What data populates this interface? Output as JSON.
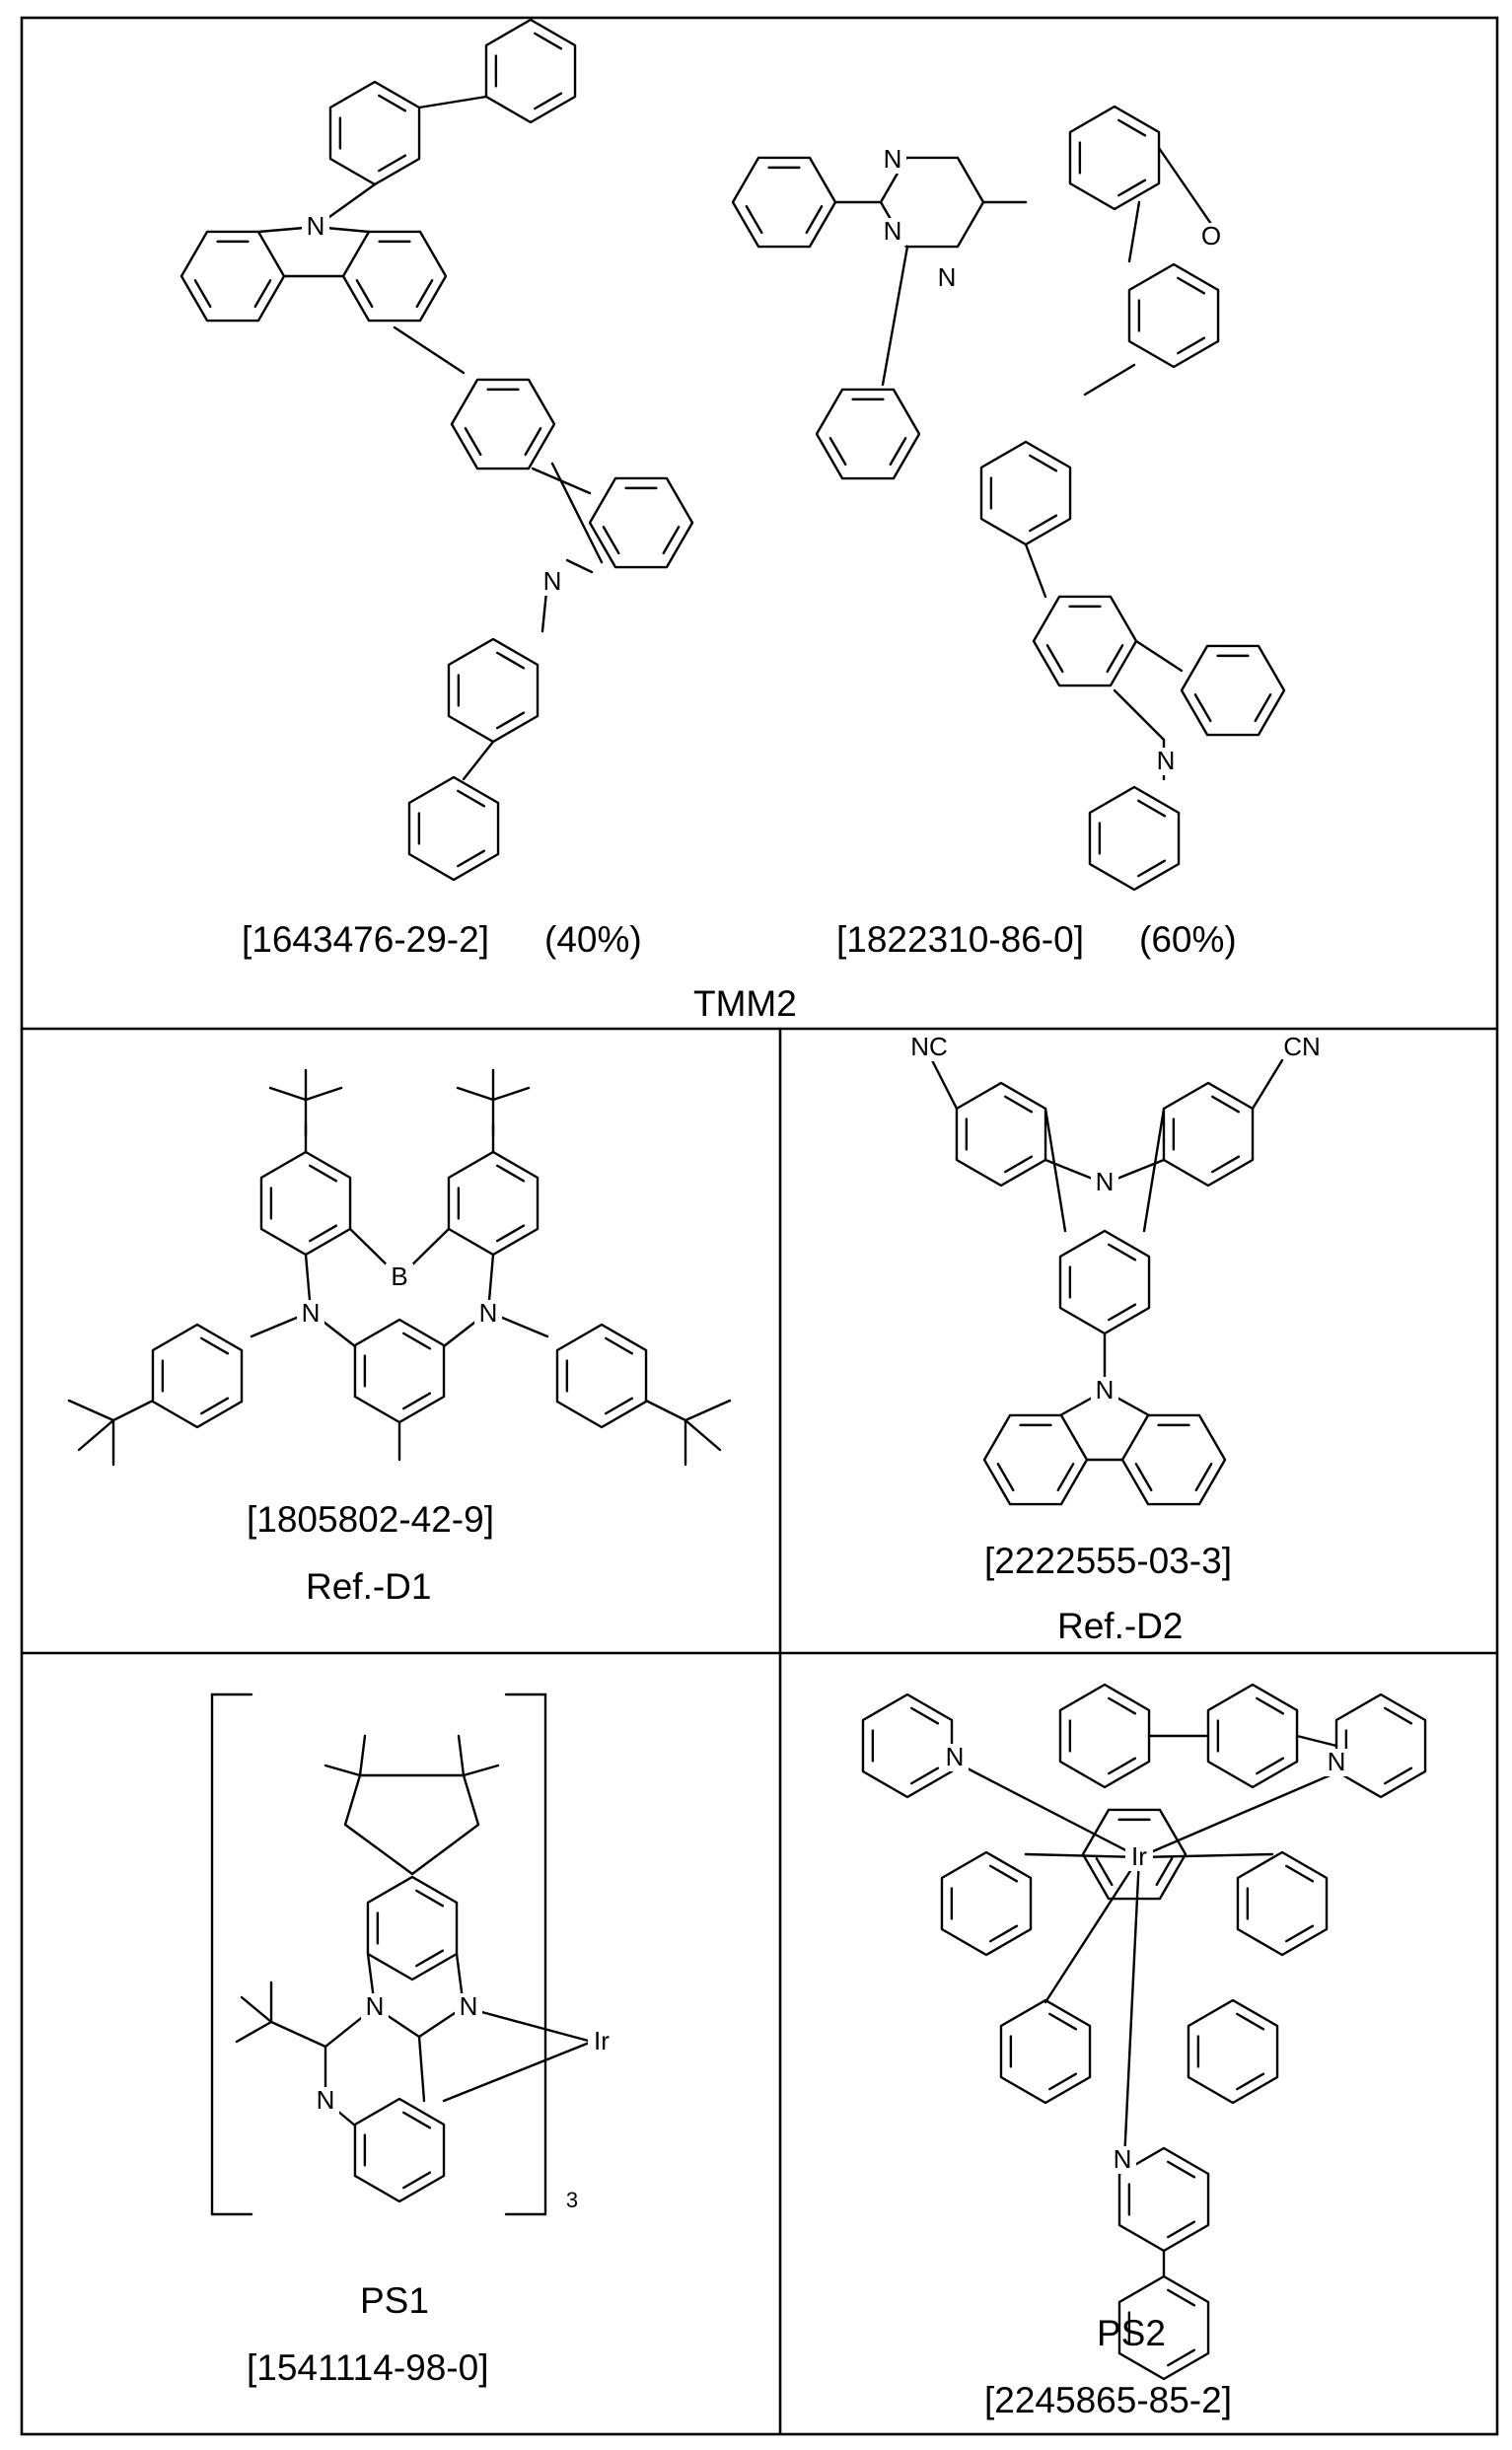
{
  "top_cell": {
    "compound_1": {
      "cas": "[1643476-29-2]",
      "fraction": "(40%)"
    },
    "compound_2": {
      "cas": "[1822310-86-0]",
      "fraction": "(60%)"
    },
    "group_label": "TMM2"
  },
  "ref_d1": {
    "cas": "[1805802-42-9]",
    "label": "Ref.-D1",
    "atoms": {
      "boron": "B",
      "nitrogen": "N"
    }
  },
  "ref_d2": {
    "cas": "[2222555-03-3]",
    "label": "Ref.-D2",
    "atoms": {
      "nitrile": "NC",
      "nitrile_right": "CN",
      "nitrogen": "N"
    }
  },
  "ps1": {
    "label": "PS1",
    "cas": "[1541114-98-0]",
    "atoms": {
      "metal": "Ir",
      "nitrogen": "N"
    },
    "subscript": "3"
  },
  "ps2": {
    "label": "PS2",
    "cas": "[2245865-85-2]",
    "atoms": {
      "metal": "Ir",
      "nitrogen": "N"
    }
  },
  "atoms": {
    "nitrogen": "N",
    "oxygen": "O"
  }
}
